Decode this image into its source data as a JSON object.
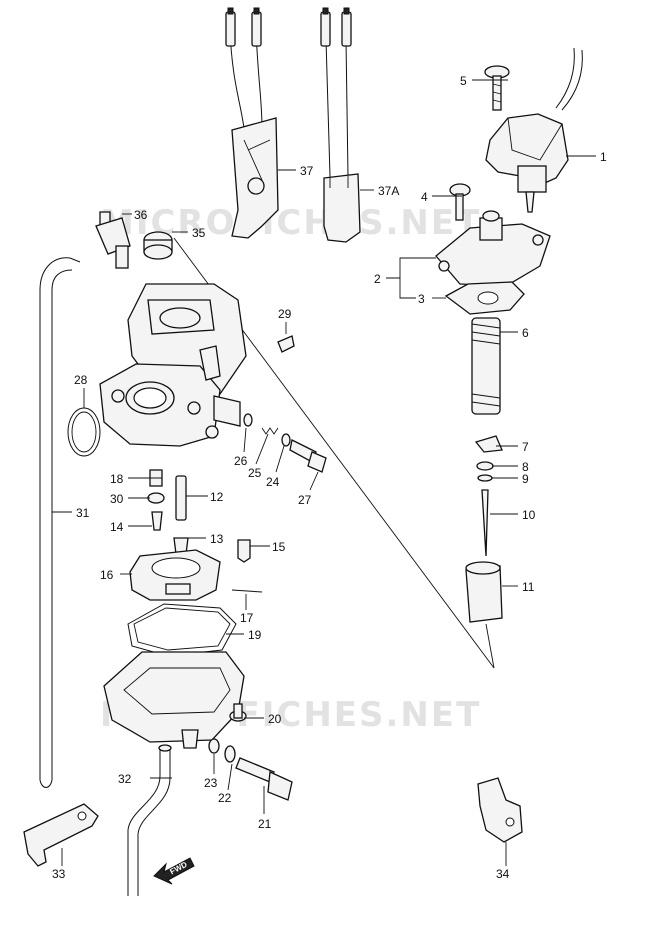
{
  "watermark": "MICROFICHES.NET",
  "fwd_label": "FWD",
  "callouts": [
    {
      "id": "p1",
      "text": "1"
    },
    {
      "id": "p2",
      "text": "2"
    },
    {
      "id": "p3",
      "text": "3"
    },
    {
      "id": "p4",
      "text": "4"
    },
    {
      "id": "p5",
      "text": "5"
    },
    {
      "id": "p6",
      "text": "6"
    },
    {
      "id": "p7",
      "text": "7"
    },
    {
      "id": "p8",
      "text": "8"
    },
    {
      "id": "p9",
      "text": "9"
    },
    {
      "id": "p10",
      "text": "10"
    },
    {
      "id": "p11",
      "text": "11"
    },
    {
      "id": "p12",
      "text": "12"
    },
    {
      "id": "p13",
      "text": "13"
    },
    {
      "id": "p14",
      "text": "14"
    },
    {
      "id": "p15",
      "text": "15"
    },
    {
      "id": "p16",
      "text": "16"
    },
    {
      "id": "p17",
      "text": "17"
    },
    {
      "id": "p18",
      "text": "18"
    },
    {
      "id": "p19",
      "text": "19"
    },
    {
      "id": "p20",
      "text": "20"
    },
    {
      "id": "p21",
      "text": "21"
    },
    {
      "id": "p22",
      "text": "22"
    },
    {
      "id": "p23",
      "text": "23"
    },
    {
      "id": "p24",
      "text": "24"
    },
    {
      "id": "p25",
      "text": "25"
    },
    {
      "id": "p26",
      "text": "26"
    },
    {
      "id": "p27",
      "text": "27"
    },
    {
      "id": "p28",
      "text": "28"
    },
    {
      "id": "p29",
      "text": "29"
    },
    {
      "id": "p30",
      "text": "30"
    },
    {
      "id": "p31",
      "text": "31"
    },
    {
      "id": "p32",
      "text": "32"
    },
    {
      "id": "p33",
      "text": "33"
    },
    {
      "id": "p34",
      "text": "34"
    },
    {
      "id": "p35",
      "text": "35"
    },
    {
      "id": "p36",
      "text": "36"
    },
    {
      "id": "p37",
      "text": "37"
    },
    {
      "id": "p37a",
      "text": "37A"
    }
  ]
}
